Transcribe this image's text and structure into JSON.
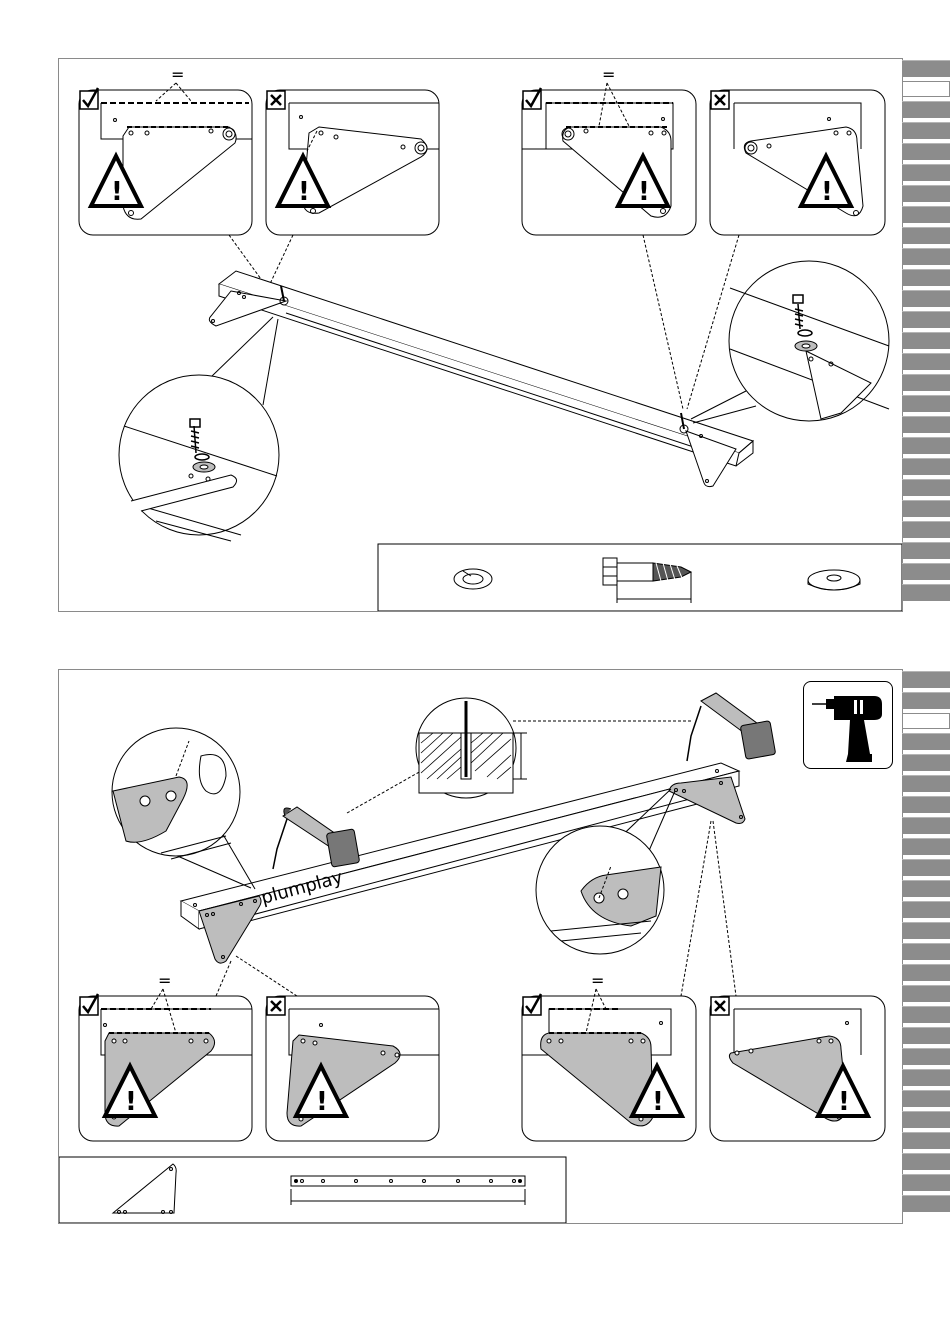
{
  "page": {
    "background": "#ffffff",
    "panel_border": "#8a8a8a",
    "tab_color": "#8c8c8c",
    "plate_fill": "#bdbdbd"
  },
  "top_panel": {
    "callouts": [
      {
        "mark": "check",
        "equal_sign": "=",
        "warning_icon": "warning-triangle-icon"
      },
      {
        "mark": "cross",
        "warning_icon": "warning-triangle-icon"
      },
      {
        "mark": "check",
        "equal_sign": "=",
        "warning_icon": "warning-triangle-icon"
      },
      {
        "mark": "cross",
        "warning_icon": "warning-triangle-icon"
      }
    ],
    "parts_legend": [
      "spring-washer-icon",
      "coach-screw-icon",
      "flat-washer-icon"
    ]
  },
  "bottom_panel": {
    "brand": "plumplay",
    "tool_icon": "cordless-drill-icon",
    "callouts": [
      {
        "mark": "check",
        "equal_sign": "=",
        "warning_icon": "warning-triangle-icon"
      },
      {
        "mark": "cross",
        "warning_icon": "warning-triangle-icon"
      },
      {
        "mark": "check",
        "equal_sign": "=",
        "warning_icon": "warning-triangle-icon"
      },
      {
        "mark": "cross",
        "warning_icon": "warning-triangle-icon"
      }
    ],
    "parts_legend": [
      "triangle-plate-icon",
      "wooden-beam-icon"
    ]
  }
}
